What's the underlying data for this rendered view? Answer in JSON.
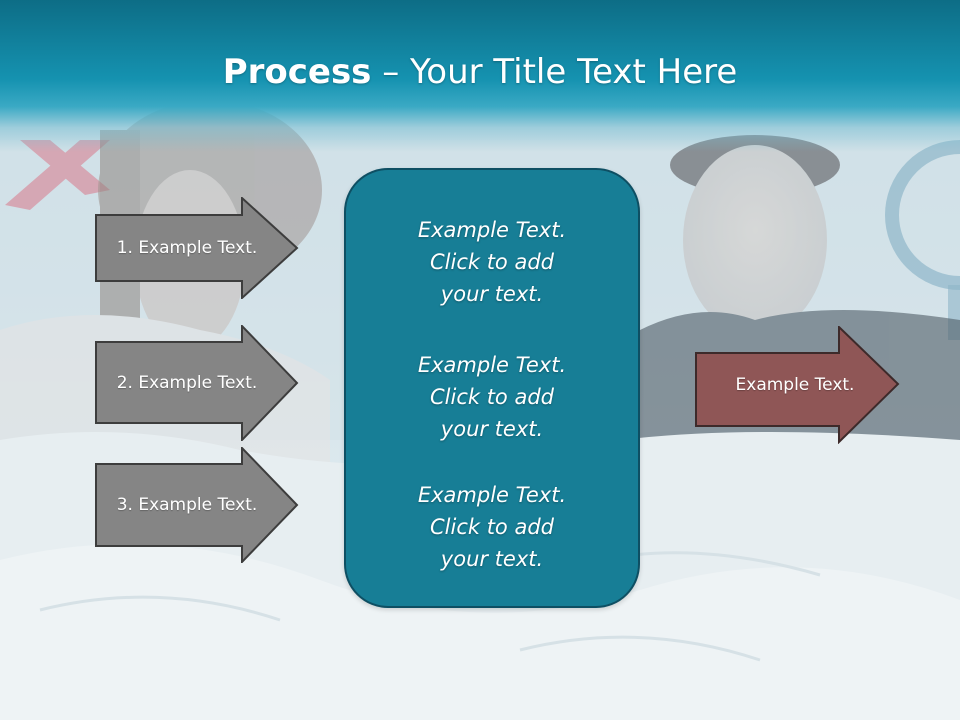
{
  "slide": {
    "title_bold": "Process",
    "title_rest": " – Your Title Text Here"
  },
  "inputs": [
    {
      "label": "1. Example Text."
    },
    {
      "label": "2. Example Text."
    },
    {
      "label": "3. Example Text."
    }
  ],
  "center_box": {
    "paragraphs": [
      {
        "line1": "Example Text.",
        "line2": "Click  to add",
        "line3": "your text."
      },
      {
        "line1": "Example Text.",
        "line2": "Click  to add",
        "line3": "your text."
      },
      {
        "line1": "Example Text.",
        "line2": "Click  to add",
        "line3": "your text."
      }
    ]
  },
  "output": {
    "label": "Example Text."
  },
  "colors": {
    "title_band": "#1592b0",
    "input_arrow_fill": "#858585",
    "center_box_fill": "#177e96",
    "output_arrow_fill": "#8f5656"
  }
}
